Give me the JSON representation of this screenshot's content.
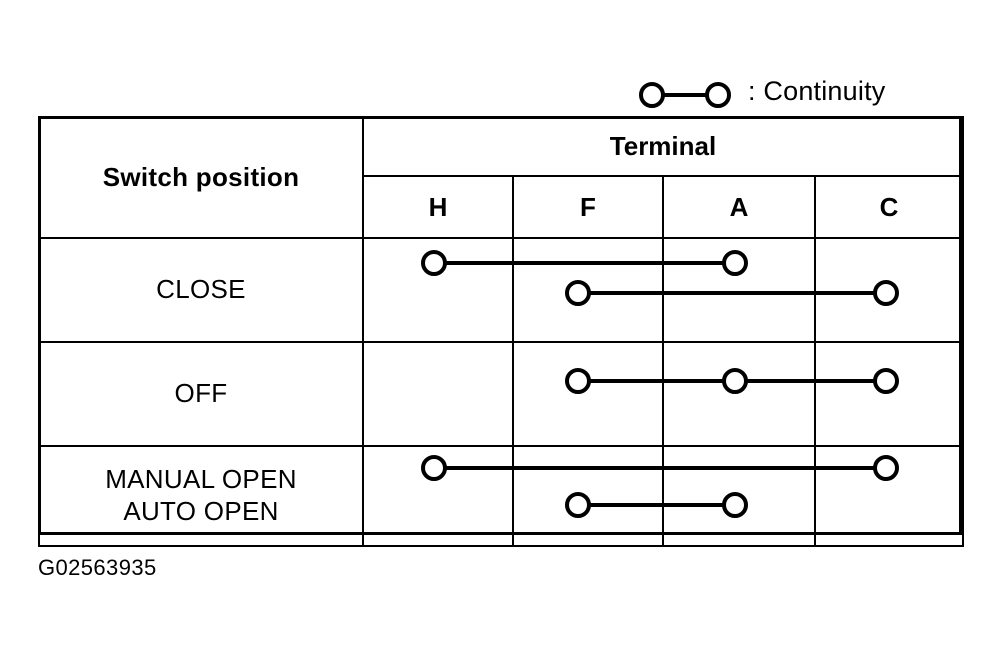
{
  "legend": {
    "icon": "continuity-symbol",
    "label": ": Continuity"
  },
  "table": {
    "row_header_label": "Switch position",
    "group_header_label": "Terminal",
    "terminals": [
      "H",
      "F",
      "A",
      "C"
    ],
    "rows": [
      {
        "label": "CLOSE",
        "label_lines": [
          "CLOSE"
        ],
        "connections": [
          {
            "from": "H",
            "to": "A",
            "line": 1
          },
          {
            "from": "F",
            "to": "C",
            "line": 2
          }
        ]
      },
      {
        "label": "OFF",
        "label_lines": [
          "OFF"
        ],
        "connections": [
          {
            "from": "F",
            "to": "C",
            "line": 1
          }
        ]
      },
      {
        "label": "MANUAL OPEN AUTO OPEN",
        "label_lines": [
          "MANUAL OPEN",
          "AUTO OPEN"
        ],
        "connections": [
          {
            "from": "H",
            "to": "C",
            "line": 1
          },
          {
            "from": "F",
            "to": "A",
            "line": 2
          }
        ]
      }
    ]
  },
  "caption": "G02563935",
  "colors": {
    "ink": "#000000",
    "background": "#ffffff"
  }
}
